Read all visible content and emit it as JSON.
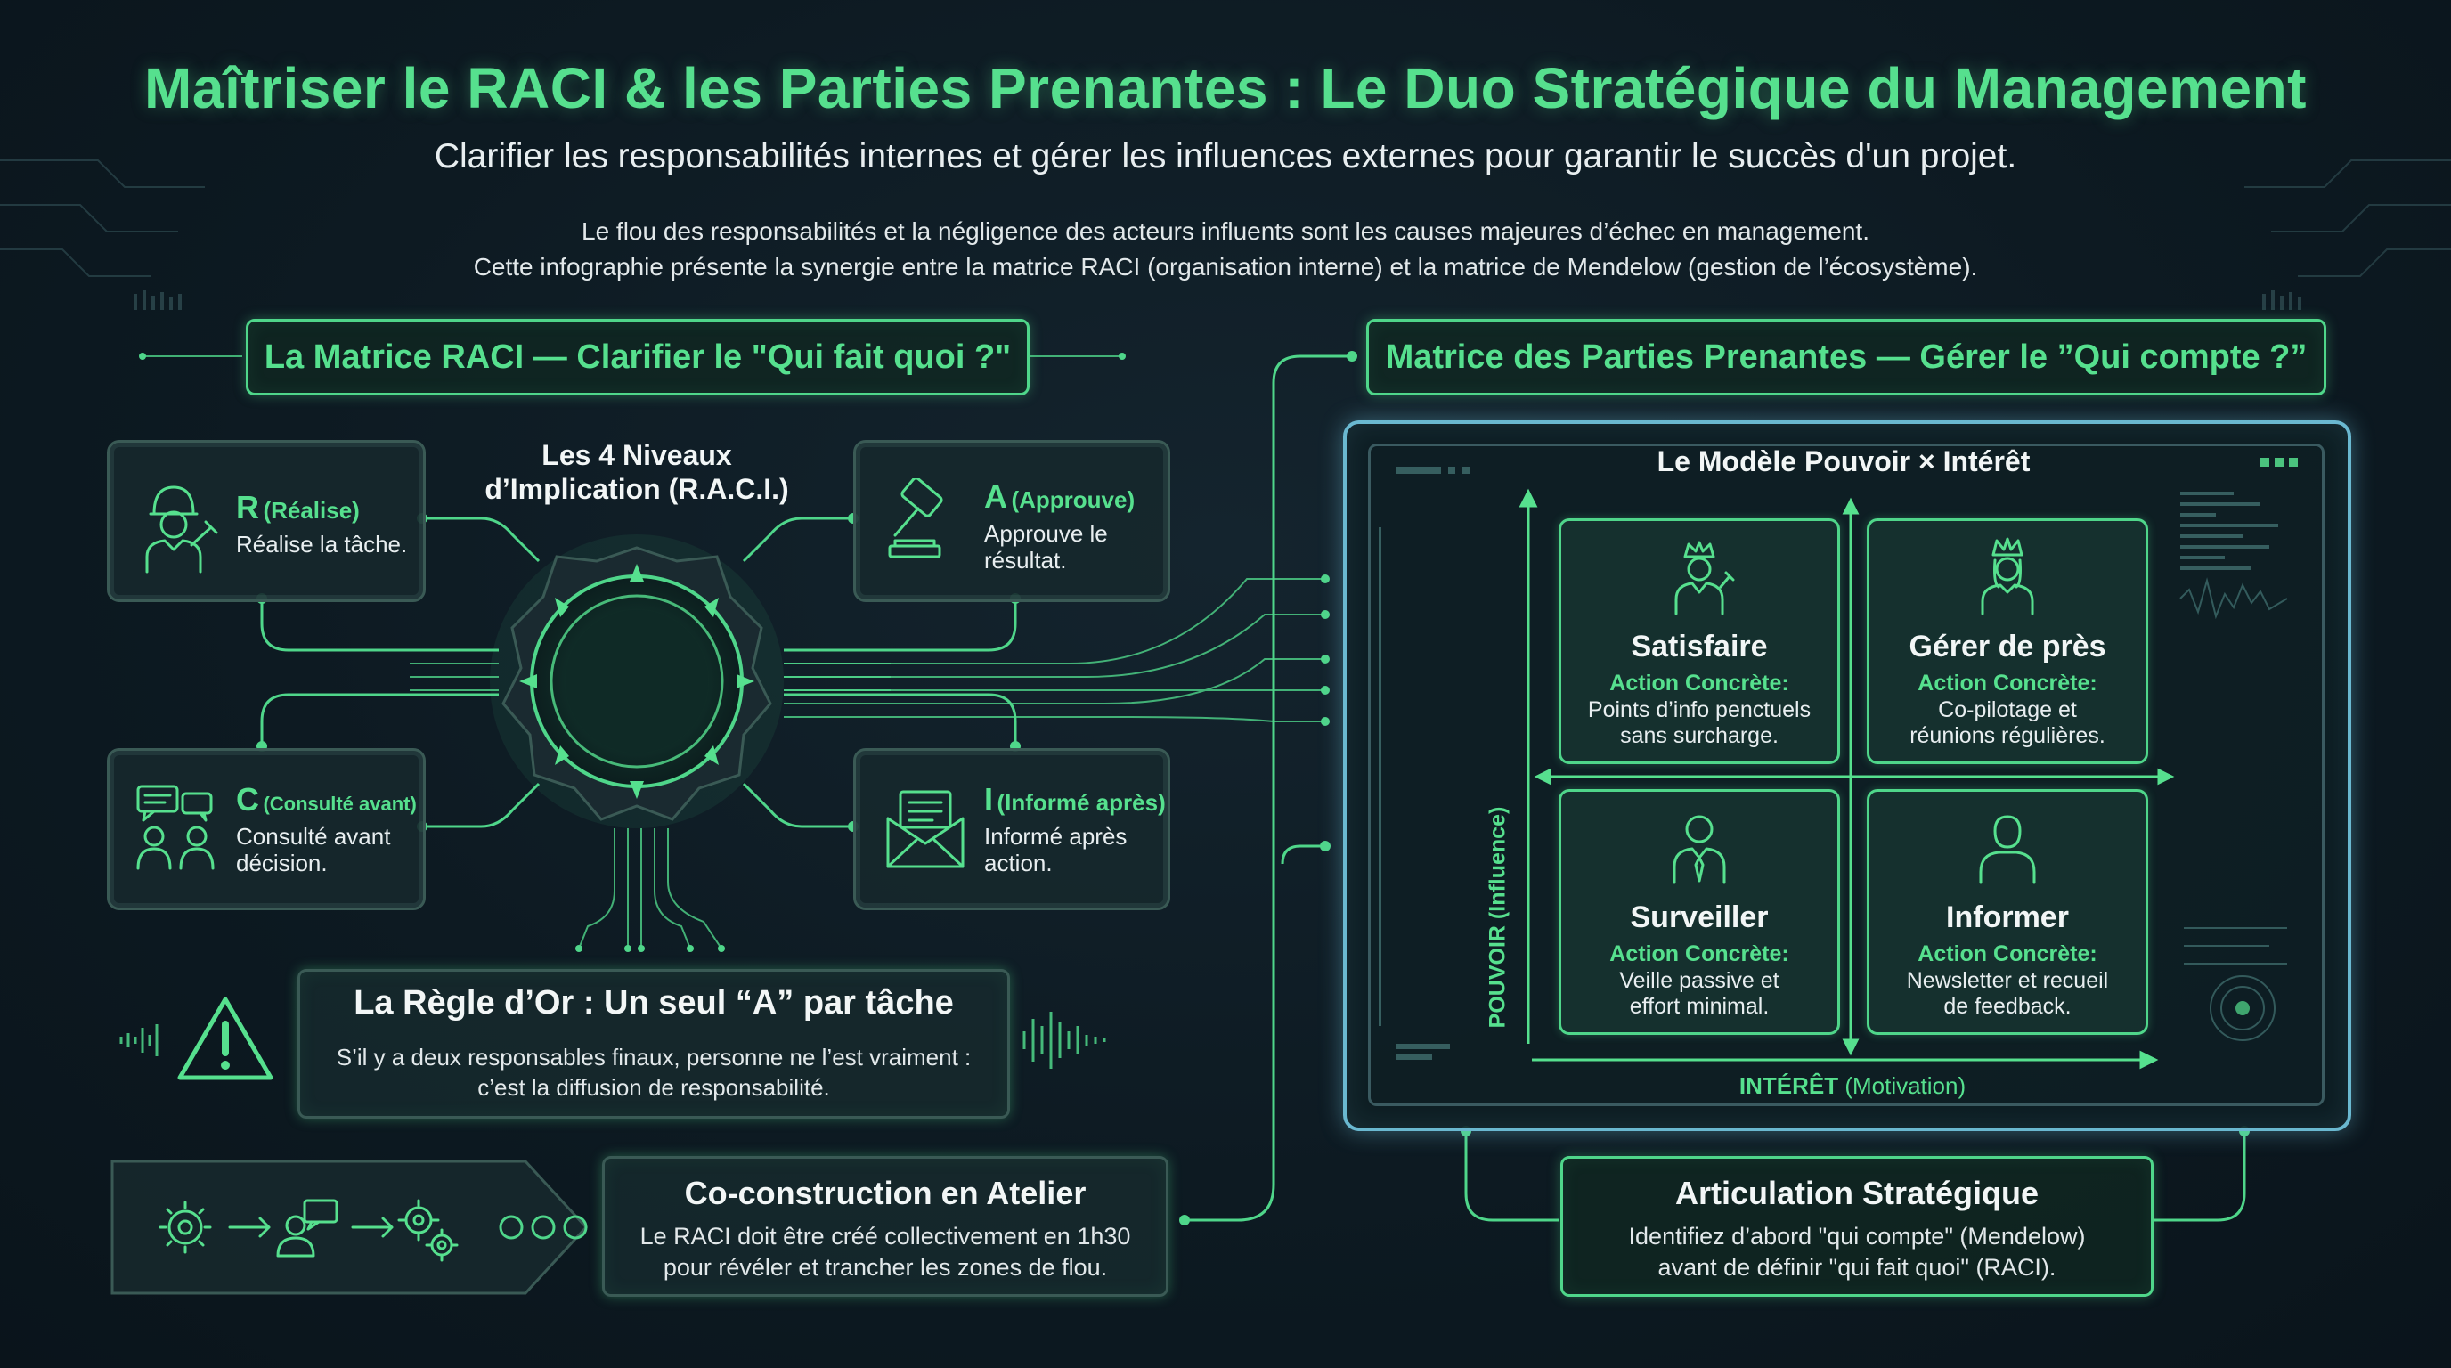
{
  "header": {
    "title": "Maîtriser le RACI & les Parties Prenantes : Le Duo Stratégique du Management",
    "subtitle": "Clarifier les responsabilités internes et gérer les influences externes pour garantir le succès d'un projet.",
    "intro_line1": "Le flou des responsabilités et la négligence des acteurs influents sont les causes majeures d’échec en management.",
    "intro_line2": "Cette infographie présente la synergie entre la matrice RACI (organisation interne) et la matrice de Mendelow (gestion de l’écosystème)."
  },
  "raci": {
    "header": "La Matrice RACI — Clarifier le \"Qui fait quoi ?\"",
    "center_label_line1": "Les 4 Niveaux",
    "center_label_line2": "d’Implication (R.A.C.I.)",
    "roles": {
      "r": {
        "letter": "R",
        "tag": "(Réalise)",
        "desc": "Réalise la tâche.",
        "icon": "worker-wrench-icon"
      },
      "a": {
        "letter": "A",
        "tag": "(Approuve)",
        "desc_line1": "Approuve le",
        "desc_line2": "résultat.",
        "icon": "gavel-icon"
      },
      "c": {
        "letter": "C",
        "tag": "(Consulté avant)",
        "desc_line1": "Consulté avant",
        "desc_line2": "décision.",
        "icon": "chat-people-icon"
      },
      "i": {
        "letter": "I",
        "tag": "(Informé après)",
        "desc_line1": "Informé après",
        "desc_line2": "action.",
        "icon": "envelope-icon"
      }
    },
    "golden_rule": {
      "title": "La Règle d’Or : Un seul “A” par tâche",
      "body_line1": "S’il y a deux responsables finaux, personne ne l’est vraiment :",
      "body_line2": "c’est la diffusion de responsabilité.",
      "icon": "warning-icon"
    },
    "workshop": {
      "title": "Co-construction en Atelier",
      "body_line1": "Le RACI doit être créé collectivement en 1h30",
      "body_line2": "pour révéler et trancher les zones de flou.",
      "icons": [
        "gear-icon",
        "person-speech-icon",
        "gears-icon"
      ]
    }
  },
  "stakeholders": {
    "header": "Matrice des Parties Prenantes — Gérer le ”Qui compte ?”",
    "model_title": "Le Modèle Pouvoir × Intérêt",
    "y_axis": "POUVOIR (Influence)",
    "x_axis_bold": "INTÉRÊT",
    "x_axis_rest": " (Motivation)",
    "quadrants": {
      "top_left": {
        "title": "Satisfaire",
        "action": "Action Concrète:",
        "desc_line1": "Points d’info penctuels",
        "desc_line2": "sans surcharge.",
        "icon": "king-icon"
      },
      "top_right": {
        "title": "Gérer de près",
        "action": "Action Concrète:",
        "desc_line1": "Co-pilotage et",
        "desc_line2": "réunions régulières.",
        "icon": "queen-icon"
      },
      "bottom_left": {
        "title": "Surveiller",
        "action": "Action Concrète:",
        "desc_line1": "Veille passive et",
        "desc_line2": "effort minimal.",
        "icon": "businessman-icon"
      },
      "bottom_right": {
        "title": "Informer",
        "action": "Action Concrète:",
        "desc_line1": "Newsletter et recueil",
        "desc_line2": "de feedback.",
        "icon": "person-icon"
      }
    },
    "articulation": {
      "title": "Articulation Stratégique",
      "body_line1": "Identifiez d’abord \"qui compte\" (Mendelow)",
      "body_line2": "avant de définir \"qui fait quoi\" (RACI)."
    }
  },
  "colors": {
    "accent": "#56e08e",
    "background": "#0d1a22",
    "card": "#16282c",
    "border_muted": "#3a5a55"
  }
}
